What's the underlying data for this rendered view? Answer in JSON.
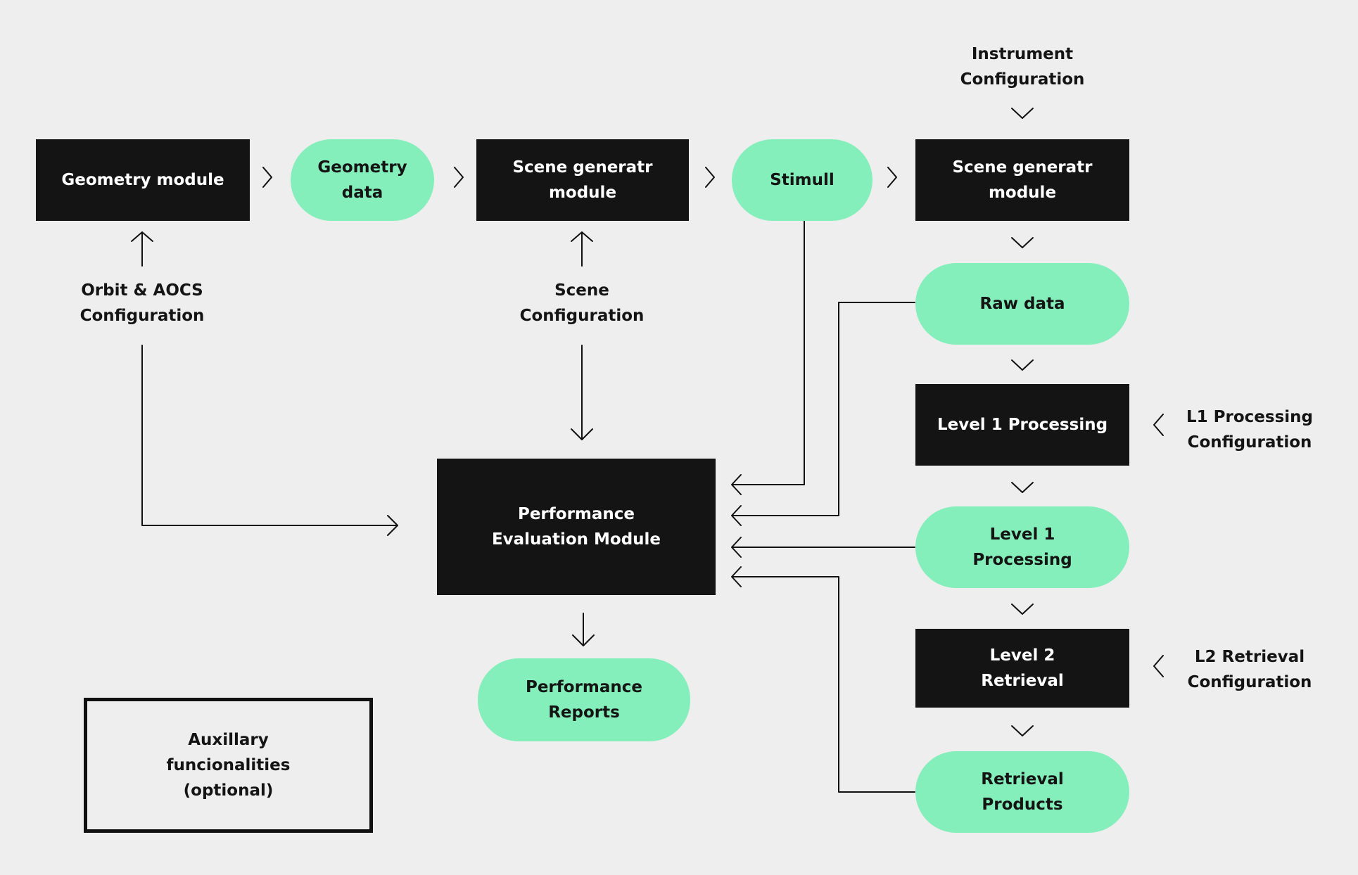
{
  "colors": {
    "background": "#eeeeee",
    "module": "#141414",
    "module_text": "#ffffff",
    "data": "#84efba",
    "text": "#141414",
    "line": "#111111"
  },
  "nodes": {
    "geometry_module": "Geometry module",
    "geometry_data": "Geometry data",
    "scene_gen_1": "Scene generatr module",
    "stimuli": "Stimull",
    "scene_gen_2": "Scene generatr module",
    "raw_data": "Raw data",
    "level1_module": "Level 1 Processing",
    "level1_data": "Level 1 Processing",
    "level2_module": "Level 2 Retrieval",
    "retrieval_products": "Retrieval Products",
    "perf_eval": "Performance Evaluation Module",
    "perf_reports": "Performance Reports",
    "auxiliary": "Auxillary funcionalities (optional)"
  },
  "labels": {
    "instrument_config": "Instrument Configuration",
    "orbit_config": "Orbit & AOCS Configuration",
    "scene_config": "Scene Configuration",
    "l1_config": "L1 Processing Configuration",
    "l2_config": "L2 Retrieval Configuration"
  }
}
